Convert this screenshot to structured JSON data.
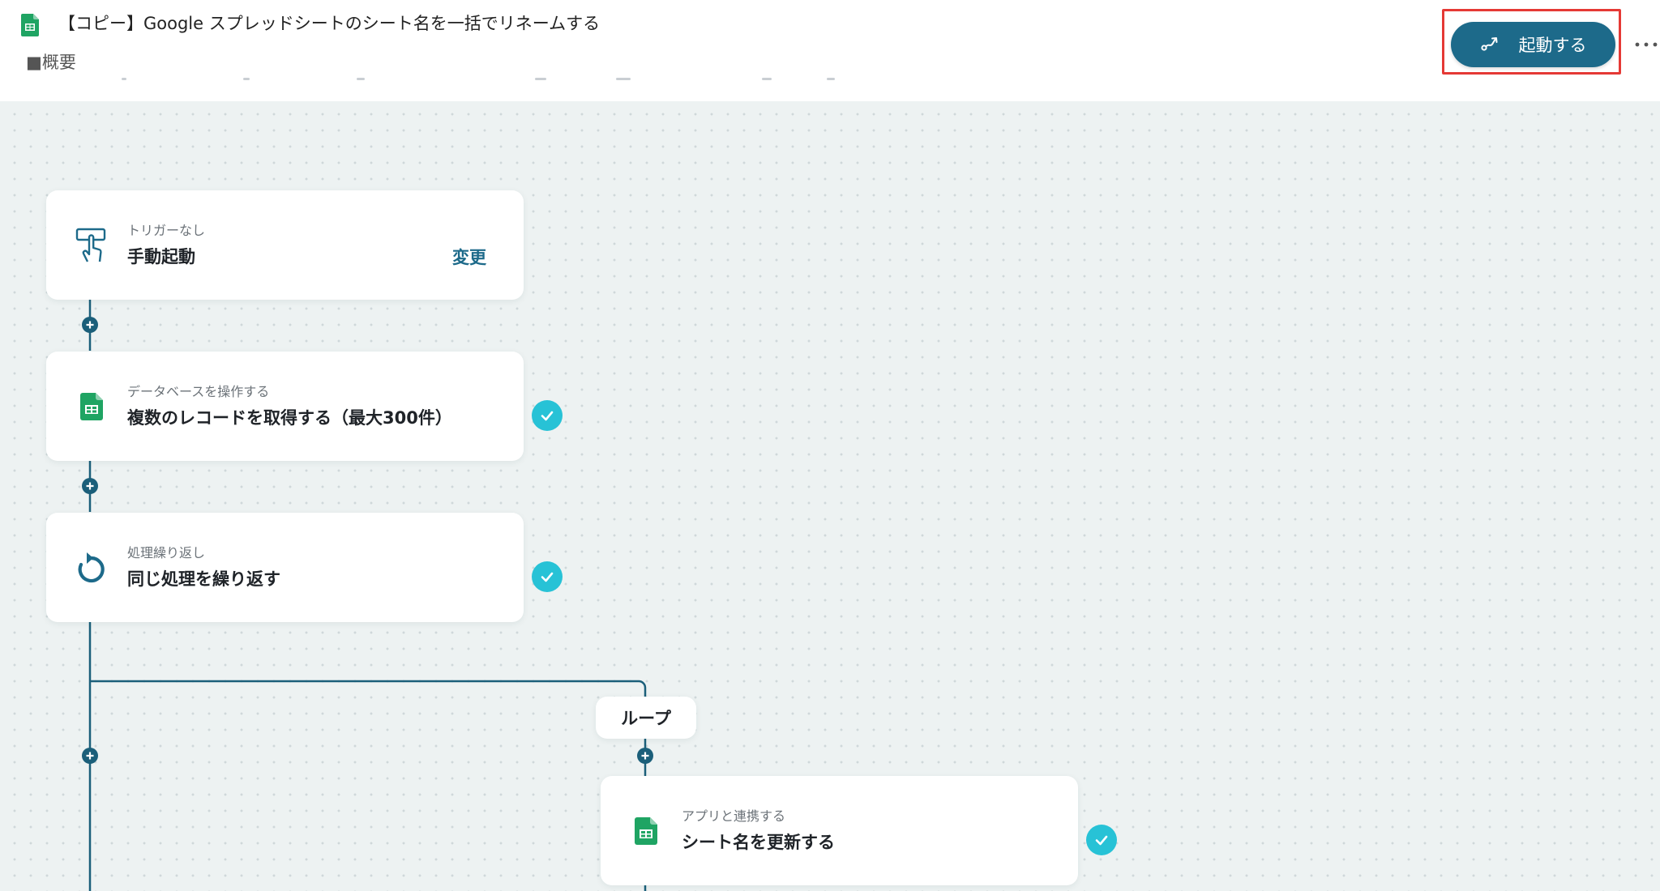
{
  "header": {
    "app_icon": "google-sheets-icon",
    "title": "【コピー】Google スプレッドシートのシート名を一括でリネームする",
    "summary_label": "■概要",
    "launch_button": {
      "label": "起動する",
      "icon": "flow-icon",
      "highlighted": true
    },
    "more_menu": {
      "icon": "more-horizontal-icon"
    }
  },
  "flow": {
    "steps": [
      {
        "category": "トリガーなし",
        "title": "手動起動",
        "icon": "manual-trigger-hand-icon",
        "action_label": "変更",
        "completed": false
      },
      {
        "category": "データベースを操作する",
        "title": "複数のレコードを取得する（最大300件）",
        "icon": "google-sheets-icon",
        "completed": true
      },
      {
        "category": "処理繰り返し",
        "title": "同じ処理を繰り返す",
        "icon": "loop-arrow-icon",
        "completed": true
      },
      {
        "category": "アプリと連携する",
        "title": "シート名を更新する",
        "icon": "google-sheets-icon",
        "completed": true
      }
    ],
    "loop_label": "ループ"
  },
  "colors": {
    "primary": "#1d6a8a",
    "connector": "#1b5f7a",
    "check": "#27c2d6",
    "canvas": "#edf2f2",
    "sheets_green": "#1fa463",
    "highlight": "#e53935"
  }
}
